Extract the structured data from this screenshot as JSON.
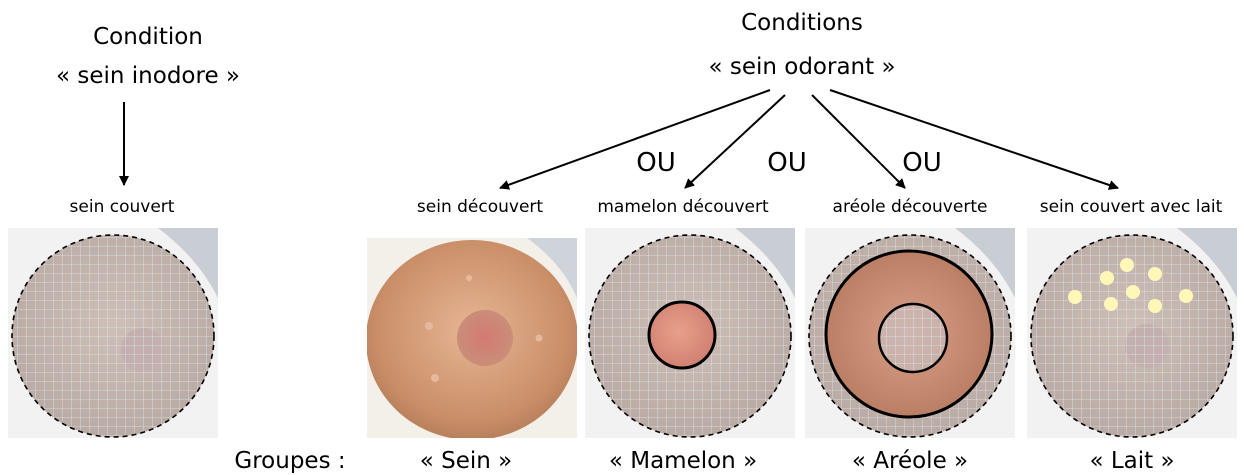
{
  "left_condition": {
    "line1": "Condition",
    "line2": "« sein inodore »"
  },
  "right_condition": {
    "line1": "Conditions",
    "line2": "« sein odorant »"
  },
  "connector_word": "OU",
  "panels": [
    {
      "label": "sein couvert",
      "treatment": "covered"
    },
    {
      "label": "sein découvert",
      "treatment": "uncovered"
    },
    {
      "label": "mamelon découvert",
      "treatment": "nipple"
    },
    {
      "label": "aréole découverte",
      "treatment": "areola"
    },
    {
      "label": "sein couvert avec lait",
      "treatment": "milk"
    }
  ],
  "groups": {
    "prefix": "Groupes :",
    "names": [
      "« Sein »",
      "« Mamelon »",
      "« Aréole »",
      "« Lait »"
    ]
  },
  "colors": {
    "skin_light": "#ddb69a",
    "skin_dark": "#a9785c",
    "nipple": "#cf8c80",
    "cover_grid": "#d9dde2",
    "milk_drop": "#fff7b8",
    "outline": "#000000"
  }
}
